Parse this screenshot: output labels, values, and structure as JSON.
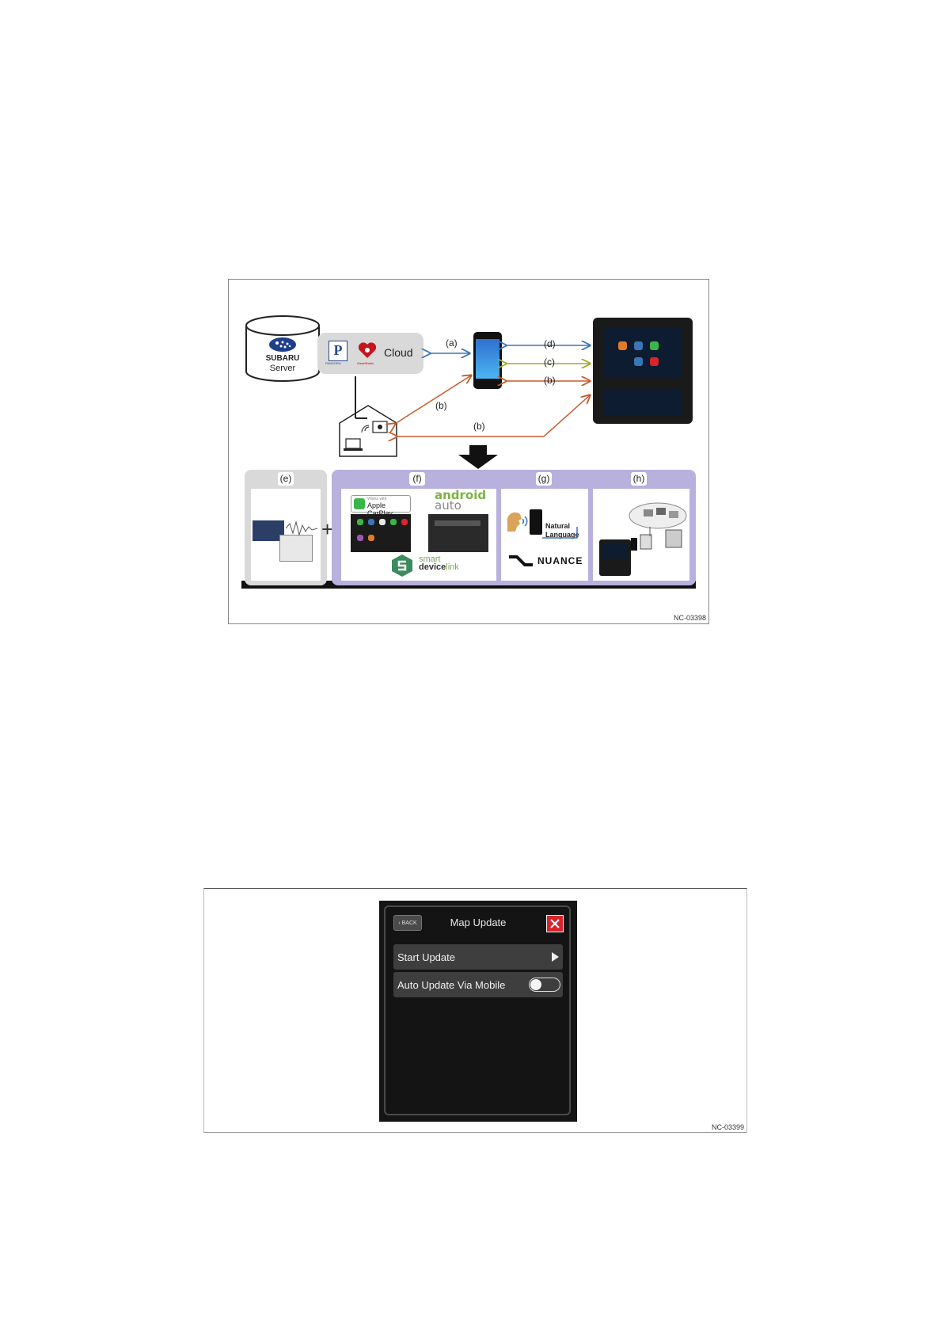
{
  "figure1": {
    "server_brand": "SUBARU",
    "server_label": "Server",
    "cloud_label": "Cloud",
    "pandora_letter": "P",
    "pandora_caption": "PANDORA",
    "iheart_caption": "iHeartRadio",
    "arrow_labels": {
      "a": "(a)",
      "b1": "(b)",
      "b2": "(b)",
      "b3": "(b)",
      "c": "(c)",
      "d": "(d)"
    },
    "panel_tags": {
      "e": "(e)",
      "f": "(f)",
      "g": "(g)",
      "h": "(h)"
    },
    "carplay_small": "Works with",
    "carplay_text": "Apple CarPlay",
    "android_line1": "android",
    "android_line2": "auto",
    "sdl_line1": "smart",
    "sdl_line2a": "device",
    "sdl_line2b": "link",
    "natural_line1": "Natural",
    "natural_line2": "Language",
    "nuance_label": "NUANCE",
    "figure_code": "NC-03398",
    "colors": {
      "blue": "#3a76b8",
      "green": "#9aad2a",
      "orange": "#c85a2a",
      "purple": "#b8b0dd",
      "gray": "#d9d9d9"
    }
  },
  "figure2": {
    "back_label": "BACK",
    "title": "Map Update",
    "rows": [
      {
        "label": "Start Update",
        "control": "play-icon"
      },
      {
        "label": "Auto Update Via Mobile",
        "control": "toggle",
        "state": "off"
      }
    ],
    "figure_code": "NC-03399",
    "colors": {
      "close": "#d9232d"
    }
  }
}
